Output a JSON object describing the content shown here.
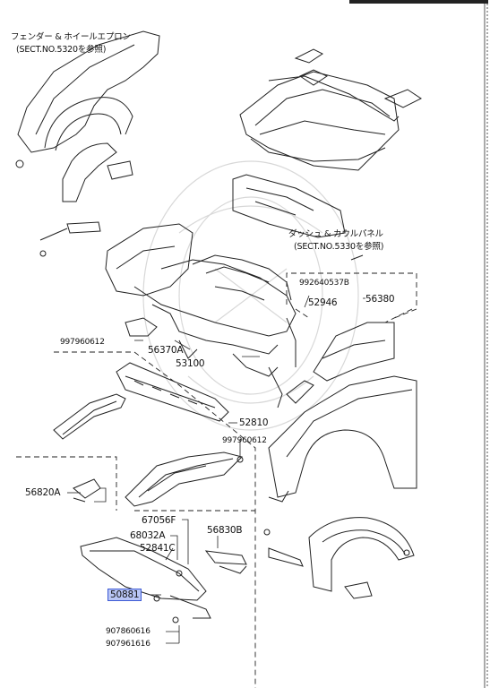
{
  "header": {
    "fender_line1": "フェンダー & ホイールエプロン",
    "fender_line2": "(SECT.NO.5320を参照)",
    "dash_line1": "ダッシュ & カウルパネル",
    "dash_line2": "(SECT.NO.5330を参照)"
  },
  "parts": {
    "p992640537B": "992640537B",
    "p52946": "52946",
    "p56380": "56380",
    "p997960612a": "997960612",
    "p56370A": "56370A",
    "p53100": "53100",
    "p52810": "52810",
    "p997960612b": "997960612",
    "p56820A": "56820A",
    "p67056F": "67056F",
    "p68032A": "68032A",
    "p52841C": "52841C",
    "p56830B": "56830B",
    "p50881": "50881",
    "p907860616": "907860616",
    "p907961616": "907961616"
  },
  "colors": {
    "highlight": "#b9c6f5",
    "highlight_border": "#3d5bd6",
    "line": "#222222"
  }
}
